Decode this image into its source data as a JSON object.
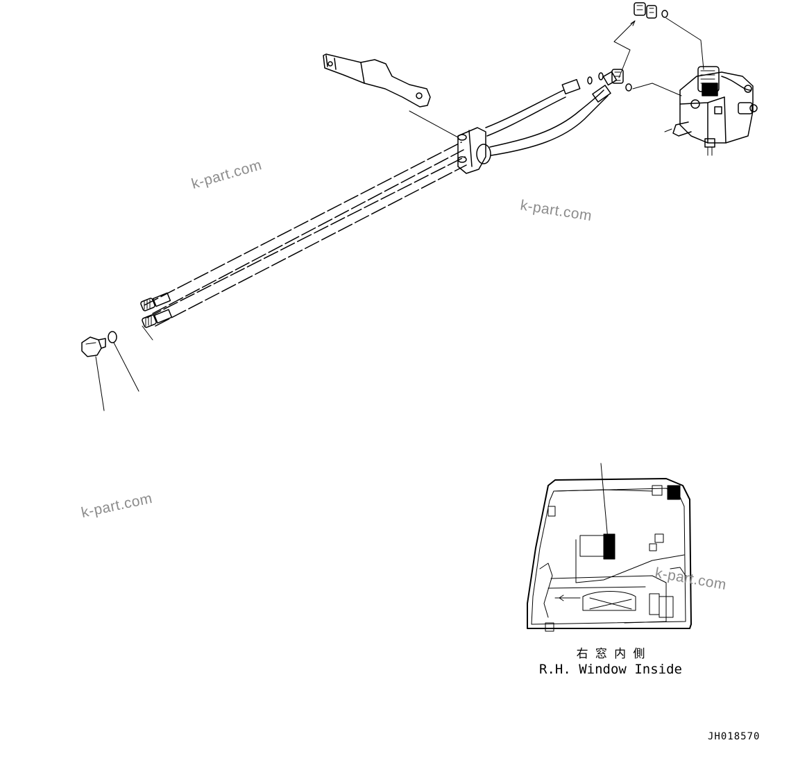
{
  "watermarks": [
    "k-part.com",
    "k-part.com",
    "k-part.com",
    "k-part.com"
  ],
  "view_caption": {
    "japanese": "右 窓 内 側",
    "english": "R.H. Window Inside"
  },
  "drawing_id": "JH018570"
}
